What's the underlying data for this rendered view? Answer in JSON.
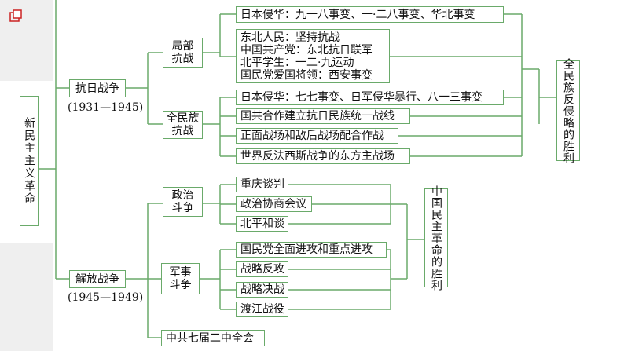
{
  "root": "新民主主义革命",
  "anti_japanese": {
    "label": "抗日战争",
    "years": "(1931—1945)",
    "local": {
      "label_lines": [
        "局部",
        "抗战"
      ],
      "item1": "日本侵华：九一八事变、一·二八事变、华北事变",
      "item2_lines": [
        "东北人民：坚持抗战",
        "中国共产党：东北抗日联军",
        "北平学生：一二·九运动",
        "国民党爱国将领：西安事变"
      ]
    },
    "total": {
      "label_lines": [
        "全民族",
        "抗战"
      ],
      "items": [
        "日本侵华：七七事变、日军侵华暴行、八一三事变",
        "国共合作建立抗日民族统一战线",
        "正面战场和敌后战场配合作战",
        "世界反法西斯战争的东方主战场"
      ]
    },
    "result": "全民族反侵略的胜利"
  },
  "liberation": {
    "label": "解放战争",
    "years": "(1945—1949)",
    "political": {
      "label_lines": [
        "政治",
        "斗争"
      ],
      "items": [
        "重庆谈判",
        "政治协商会议",
        "北平和谈"
      ]
    },
    "military": {
      "label_lines": [
        "军事",
        "斗争"
      ],
      "items": [
        "国民党全面进攻和重点进攻",
        "战略反攻",
        "战略决战",
        "渡江战役"
      ]
    },
    "plenum": "中共七届二中全会",
    "result": "中国民主革命的胜利"
  },
  "icons": {
    "corner": "copy-icon"
  },
  "colors": {
    "line": "#6aaa6a",
    "icon": "#cc2222",
    "sidebar": "#efefef"
  }
}
